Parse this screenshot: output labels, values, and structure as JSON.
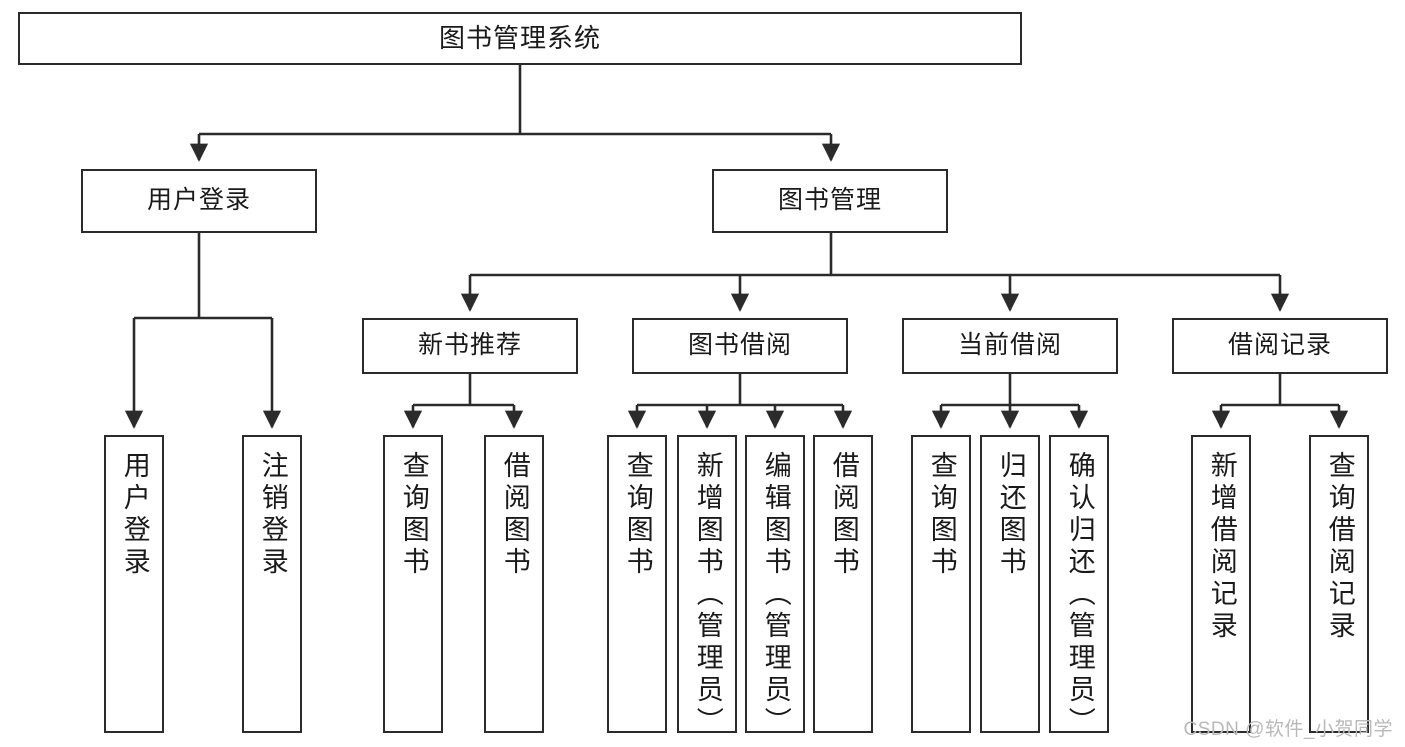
{
  "diagram": {
    "title": "图书管理系统",
    "watermark": "CSDN @软件_小贺同学",
    "stroke_color": "#2b2b2b",
    "text_color": "#1a1a1a",
    "background_color": "#ffffff",
    "type": "tree-hierarchy-diagram",
    "levels": 4
  },
  "root": {
    "label": "图书管理系统"
  },
  "level2": [
    {
      "label": "用户登录"
    },
    {
      "label": "图书管理"
    }
  ],
  "level3": [
    {
      "label": "新书推荐"
    },
    {
      "label": "图书借阅"
    },
    {
      "label": "当前借阅"
    },
    {
      "label": "借阅记录"
    }
  ],
  "leaves": {
    "user_login": [
      {
        "label": "用户登录"
      },
      {
        "label": "注销登录"
      }
    ],
    "new_book_recommend": [
      {
        "label": "查询图书"
      },
      {
        "label": "借阅图书"
      }
    ],
    "book_borrow": [
      {
        "label": "查询图书"
      },
      {
        "label": "新增图书（管理员）"
      },
      {
        "label": "编辑图书（管理员）"
      },
      {
        "label": "借阅图书"
      }
    ],
    "current_borrow": [
      {
        "label": "查询图书"
      },
      {
        "label": "归还图书"
      },
      {
        "label": "确认归还（管理员）"
      }
    ],
    "borrow_record": [
      {
        "label": "新增借阅记录"
      },
      {
        "label": "查询借阅记录"
      }
    ]
  }
}
